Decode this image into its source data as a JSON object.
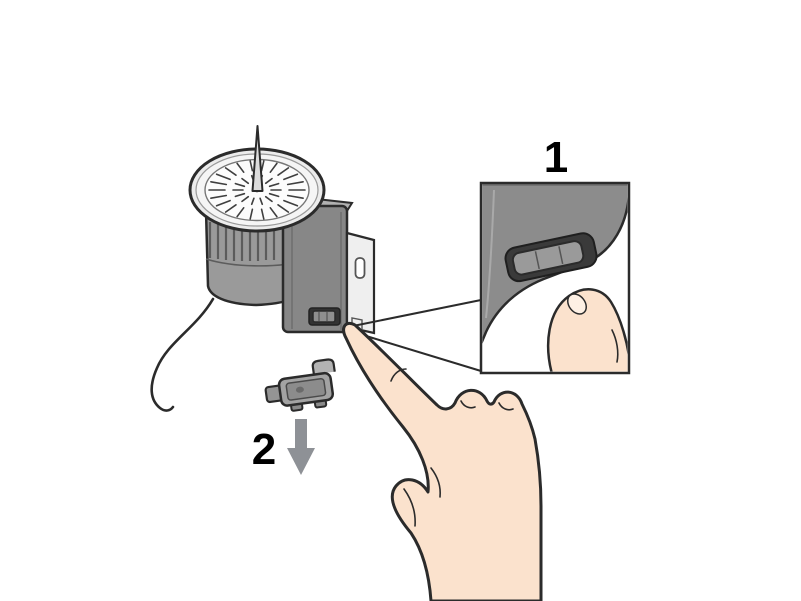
{
  "diagram": {
    "background_color": "#ffffff",
    "step_labels": {
      "step1": "1",
      "step2": "2"
    },
    "parts": [
      "center-spike",
      "grater-disc",
      "cooling-fins",
      "motor-unit",
      "housing",
      "mounting-bracket",
      "power-cord",
      "latch-slot",
      "latch-tab",
      "release-clip",
      "down-arrow",
      "callout-box",
      "leader-lines",
      "pointing-hand",
      "fingertip",
      "fingernail"
    ]
  },
  "colors": {
    "outline": "#2b2b2b",
    "device-gray": "#8c8c8c",
    "device-light": "#ececec",
    "bracket-white": "#efefef",
    "skin": "#fbe2cd",
    "arrow-gray": "#8e9196",
    "label-black": "#000000",
    "bg": "#ffffff"
  }
}
